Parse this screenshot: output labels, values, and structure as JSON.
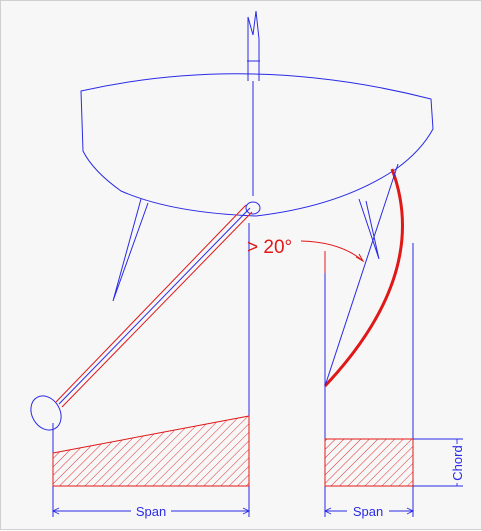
{
  "labels": {
    "angle": "> 20°",
    "span_left": "Span",
    "span_right": "Span",
    "chord": "Chord"
  },
  "colors": {
    "outline": "#2a2ae6",
    "highlight": "#e01818",
    "background": "#f7f7f7"
  }
}
